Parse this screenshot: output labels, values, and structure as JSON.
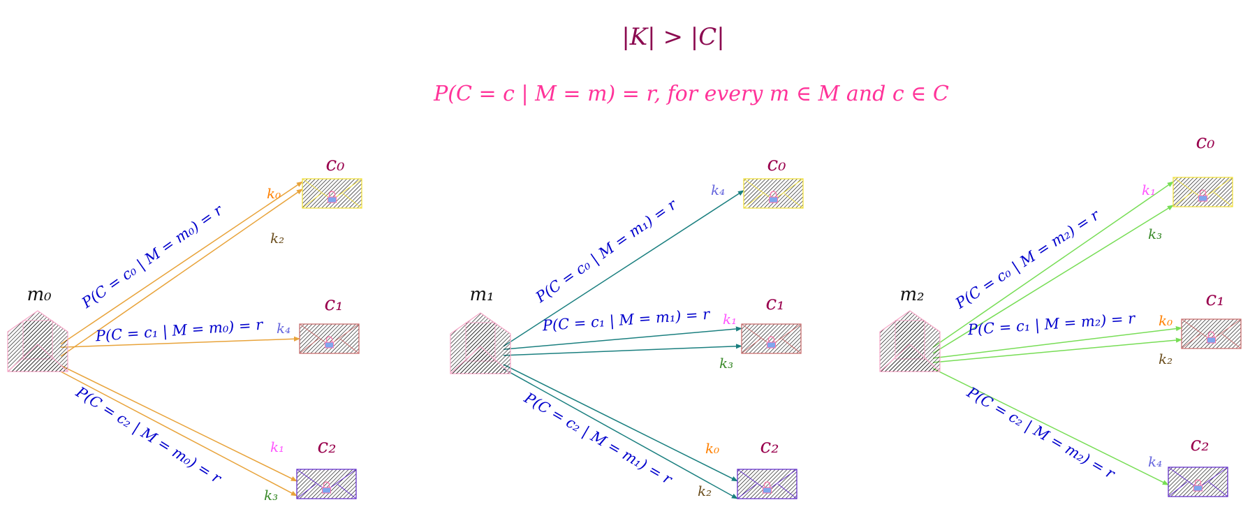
{
  "header": {
    "title": "|K| > |C|",
    "formula": "P(C = c | M = m) = r, for every m ∈ M and c ∈ C"
  },
  "colors": {
    "title": "#8b0a50",
    "formula": "#ff3399",
    "probability_label": "#0000cc",
    "ciphertext_label": "#99004d",
    "k0": "#ff8000",
    "k1": "#ff55ff",
    "k2": "#6b4e1e",
    "k3": "#3a8a2a",
    "k4": "#6666dd"
  },
  "groups": [
    {
      "message": "m₀",
      "arrow_color": "#e8a33a",
      "fill_color": "#e8b050",
      "ciphertexts": [
        "c₀",
        "c₁",
        "c₂"
      ],
      "probabilities": [
        "P(C = c₀ | M = m₀) = r",
        "P(C = c₁ | M = m₀) = r",
        "P(C = c₂ | M = m₀) = r"
      ],
      "keys": [
        {
          "label": "k₀",
          "color_key": "k0",
          "target": 0
        },
        {
          "label": "k₂",
          "color_key": "k2",
          "target": 0
        },
        {
          "label": "k₄",
          "color_key": "k4",
          "target": 1
        },
        {
          "label": "k₁",
          "color_key": "k1",
          "target": 2
        },
        {
          "label": "k₃",
          "color_key": "k3",
          "target": 2
        }
      ]
    },
    {
      "message": "m₁",
      "arrow_color": "#1a7f7f",
      "fill_color": "#2a9a9a",
      "ciphertexts": [
        "c₀",
        "c₁",
        "c₂"
      ],
      "probabilities": [
        "P(C = c₀ | M = m₁) = r",
        "P(C = c₁ | M = m₁) = r",
        "P(C = c₂ | M = m₁) = r"
      ],
      "keys": [
        {
          "label": "k₄",
          "color_key": "k4",
          "target": 0
        },
        {
          "label": "k₁",
          "color_key": "k1",
          "target": 1
        },
        {
          "label": "k₃",
          "color_key": "k3",
          "target": 1
        },
        {
          "label": "k₀",
          "color_key": "k0",
          "target": 2
        },
        {
          "label": "k₂",
          "color_key": "k2",
          "target": 2
        }
      ]
    },
    {
      "message": "m₂",
      "arrow_color": "#77dd55",
      "fill_color": "#88e070",
      "ciphertexts": [
        "c₀",
        "c₁",
        "c₂"
      ],
      "probabilities": [
        "P(C = c₀ | M = m₂) = r",
        "P(C = c₁ | M = m₂) = r",
        "P(C = c₂ | M = m₂) = r"
      ],
      "keys": [
        {
          "label": "k₁",
          "color_key": "k1",
          "target": 0
        },
        {
          "label": "k₃",
          "color_key": "k3",
          "target": 0
        },
        {
          "label": "k₀",
          "color_key": "k0",
          "target": 1
        },
        {
          "label": "k₂",
          "color_key": "k2",
          "target": 1
        },
        {
          "label": "k₄",
          "color_key": "k4",
          "target": 2
        }
      ]
    }
  ]
}
